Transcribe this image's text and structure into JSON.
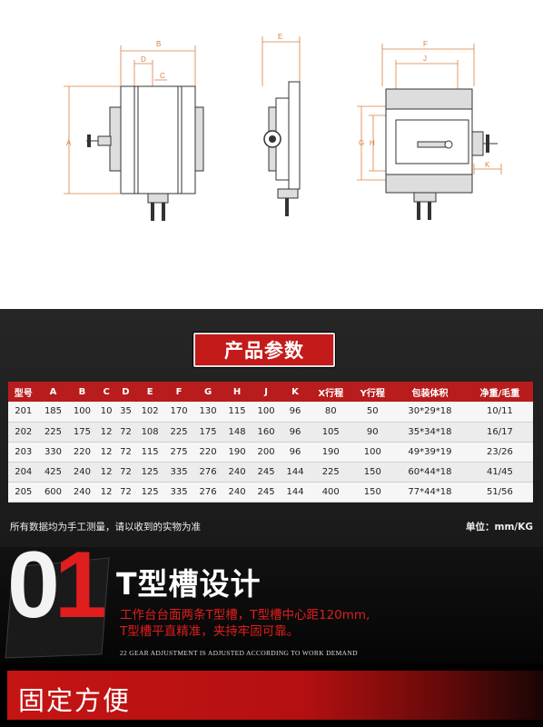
{
  "drawings": {
    "front_view_labels": {
      "B": "B",
      "D": "D",
      "C": "C",
      "A": "A"
    },
    "side_view_labels": {
      "E": "E"
    },
    "top_view_labels": {
      "F": "F",
      "J": "J",
      "G": "G",
      "H": "H",
      "K": "K"
    },
    "line_color": "#d9813f"
  },
  "spec": {
    "title": "产品参数",
    "columns": [
      "型号",
      "A",
      "B",
      "C",
      "D",
      "E",
      "F",
      "G",
      "H",
      "J",
      "K",
      "X行程",
      "Y行程",
      "包装体积",
      "净重/毛重"
    ],
    "rows": [
      [
        "201",
        "185",
        "100",
        "10",
        "35",
        "102",
        "170",
        "130",
        "115",
        "100",
        "96",
        "80",
        "50",
        "30*29*18",
        "10/11"
      ],
      [
        "202",
        "225",
        "175",
        "12",
        "72",
        "108",
        "225",
        "175",
        "148",
        "160",
        "96",
        "105",
        "90",
        "35*34*18",
        "16/17"
      ],
      [
        "203",
        "330",
        "220",
        "12",
        "72",
        "115",
        "275",
        "220",
        "190",
        "200",
        "96",
        "190",
        "100",
        "49*39*19",
        "23/26"
      ],
      [
        "204",
        "425",
        "240",
        "12",
        "72",
        "125",
        "335",
        "276",
        "240",
        "245",
        "144",
        "225",
        "150",
        "60*44*18",
        "41/45"
      ],
      [
        "205",
        "600",
        "240",
        "12",
        "72",
        "125",
        "335",
        "276",
        "240",
        "245",
        "144",
        "400",
        "150",
        "77*44*18",
        "51/56"
      ]
    ],
    "note_left": "所有数据均为手工测量，请以收到的实物为准",
    "note_right": "单位：mm/KG",
    "accent_color": "#b81c1c"
  },
  "feature": {
    "number_first": "0",
    "number_second": "1",
    "title": "T型槽设计",
    "desc_line1": "工作台台面两条T型槽，T型槽中心距120mm,",
    "desc_line2": "T型槽平直精准，夹持牢固可靠。",
    "subtitle": "22 GEAR ADJUSTMENT IS ADJUSTED ACCORDING TO WORK DEMAND"
  },
  "banner": {
    "text": "固定方便"
  }
}
